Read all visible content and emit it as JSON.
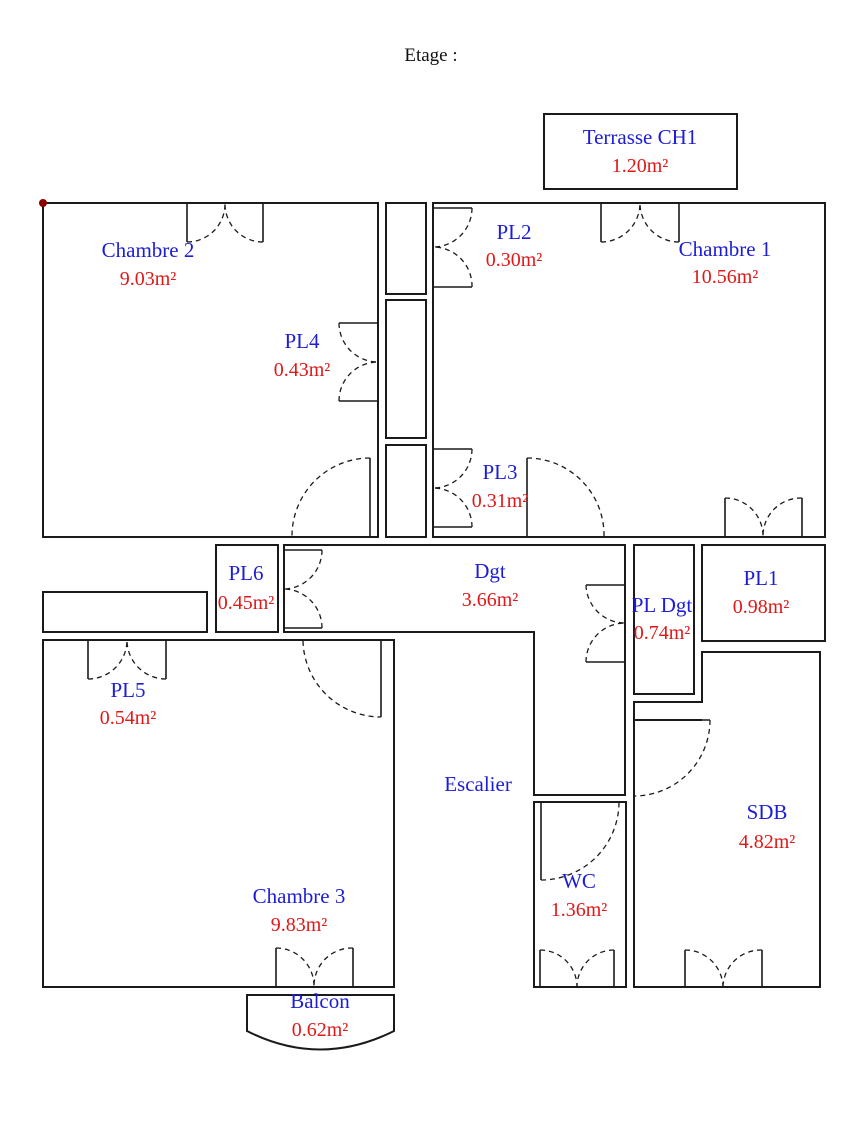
{
  "title": "Etage :",
  "colors": {
    "name": "#1d1dd6",
    "area": "#e01818",
    "wall": "#1a1a1a"
  },
  "rooms": {
    "terrasse_ch1": {
      "name": "Terrasse CH1",
      "area": "1.20m²"
    },
    "chambre_2": {
      "name": "Chambre 2",
      "area": "9.03m²"
    },
    "pl2": {
      "name": "PL2",
      "area": "0.30m²"
    },
    "chambre_1": {
      "name": "Chambre 1",
      "area": "10.56m²"
    },
    "pl4": {
      "name": "PL4",
      "area": "0.43m²"
    },
    "pl3": {
      "name": "PL3",
      "area": "0.31m²"
    },
    "pl6": {
      "name": "PL6",
      "area": "0.45m²"
    },
    "dgt": {
      "name": "Dgt",
      "area": "3.66m²"
    },
    "pl_dgt": {
      "name": "PL Dgt",
      "area": "0.74m²"
    },
    "pl1": {
      "name": "PL1",
      "area": "0.98m²"
    },
    "pl5": {
      "name": "PL5",
      "area": "0.54m²"
    },
    "escalier": {
      "name": "Escalier"
    },
    "sdb": {
      "name": "SDB",
      "area": "4.82m²"
    },
    "wc": {
      "name": "WC",
      "area": "1.36m²"
    },
    "chambre_3": {
      "name": "Chambre 3",
      "area": "9.83m²"
    },
    "balcon": {
      "name": "Balcon",
      "area": "0.62m²"
    }
  }
}
